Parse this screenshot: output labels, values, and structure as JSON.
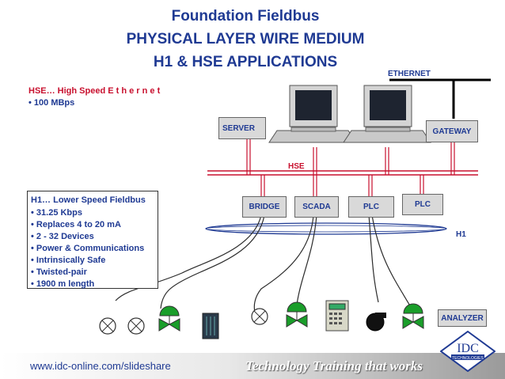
{
  "title": {
    "line1": "Foundation Fieldbus",
    "line2": "PHYSICAL LAYER WIRE MEDIUM",
    "line3": "H1 & HSE APPLICATIONS"
  },
  "hse": {
    "heading": "HSE… High Speed E t h e r n e t",
    "bullet": "• 100 MBps"
  },
  "h1": {
    "heading": "H1… Lower Speed Fieldbus",
    "bullets": [
      "• 31.25 Kbps",
      "• Replaces 4 to 20 mA",
      "• 2 - 32 Devices",
      "• Power & Communications",
      "• Intrinsically Safe",
      "• Twisted-pair",
      "• 1900 m length"
    ]
  },
  "network": {
    "ethernet_label": "ETHERNET",
    "hse_label": "HSE",
    "h1_label": "H1",
    "server_label": "SERVER",
    "gateway_label": "GATEWAY",
    "bridge_label": "BRIDGE",
    "scada_label": "SCADA",
    "plc1_label": "PLC",
    "plc2_label": "PLC",
    "analyzer_label": "ANALYZER"
  },
  "footer": {
    "url": "www.idc-online.com/slideshare",
    "tagline": "Technology Training that works",
    "logo_text": "IDC",
    "logo_sub": "TECHNOLOGIES"
  },
  "colors": {
    "title": "#1f3a93",
    "hse_bus": "#c8102e",
    "h1_bus": "#1f3a93",
    "valve_green": "#1a9e2a"
  }
}
